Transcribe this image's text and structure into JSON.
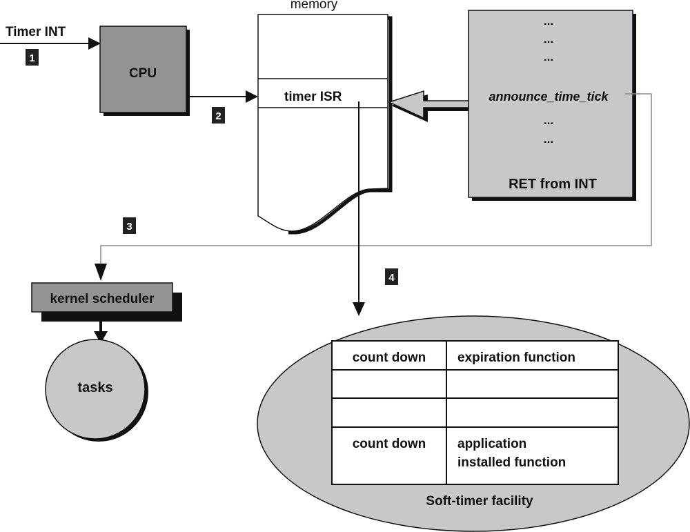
{
  "colors": {
    "cpu_fill": "#939393",
    "panel_fill": "#c8c8ca",
    "ellipse_fill": "#c8c8ca",
    "badge_fill": "#222222",
    "line_dark": "#111111",
    "line_gray": "#8a8a8a"
  },
  "labels": {
    "timer_int": "Timer INT",
    "cpu": "CPU",
    "memory": "memory",
    "timer_isr": "timer ISR",
    "kernel_scheduler": "kernel scheduler",
    "tasks": "tasks",
    "soft_timer_facility": "Soft-timer facility"
  },
  "steps": [
    "1",
    "2",
    "3",
    "4"
  ],
  "isr_panel": {
    "lines_top": [
      "...",
      "...",
      "..."
    ],
    "call": "announce_time_tick",
    "lines_bottom": [
      "...",
      "..."
    ],
    "footer": "RET from INT"
  },
  "timer_table": {
    "headers": [
      "count down",
      "expiration function"
    ],
    "rows": [
      [
        "",
        ""
      ],
      [
        "",
        ""
      ],
      [
        "count down",
        "application\ninstalled function"
      ]
    ],
    "last_row_func_lines": [
      "application",
      "installed function"
    ]
  }
}
